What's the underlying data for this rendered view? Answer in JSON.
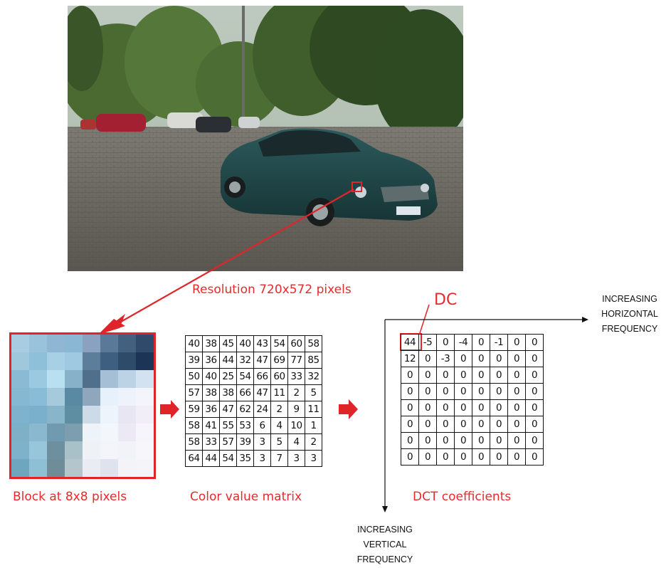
{
  "photo": {
    "description_icon": "car-parking-photo"
  },
  "captions": {
    "resolution": "Resolution 720x572 pixels",
    "block": "Block at 8x8 pixels",
    "matrix": "Color value matrix",
    "dct": "DCT coefficients",
    "dc": "DC"
  },
  "axes": {
    "horizontal": [
      "INCREASING",
      "HORIZONTAL",
      "FREQUENCY"
    ],
    "vertical": [
      "INCREASING",
      "VERTICAL",
      "FREQUENCY"
    ]
  },
  "color_matrix": [
    [
      40,
      38,
      45,
      40,
      43,
      54,
      60,
      58
    ],
    [
      39,
      36,
      44,
      32,
      47,
      69,
      77,
      85
    ],
    [
      50,
      40,
      25,
      54,
      66,
      60,
      33,
      32
    ],
    [
      57,
      38,
      38,
      66,
      47,
      11,
      2,
      5
    ],
    [
      59,
      36,
      47,
      62,
      24,
      2,
      9,
      11
    ],
    [
      58,
      41,
      55,
      53,
      6,
      4,
      10,
      1
    ],
    [
      58,
      33,
      57,
      39,
      3,
      5,
      4,
      2
    ],
    [
      64,
      44,
      54,
      35,
      3,
      7,
      3,
      3
    ]
  ],
  "dct_matrix": [
    [
      44,
      -5,
      0,
      -4,
      0,
      -1,
      0,
      0
    ],
    [
      12,
      0,
      -3,
      0,
      0,
      0,
      0,
      0
    ],
    [
      0,
      0,
      0,
      0,
      0,
      0,
      0,
      0
    ],
    [
      0,
      0,
      0,
      0,
      0,
      0,
      0,
      0
    ],
    [
      0,
      0,
      0,
      0,
      0,
      0,
      0,
      0
    ],
    [
      0,
      0,
      0,
      0,
      0,
      0,
      0,
      0
    ],
    [
      0,
      0,
      0,
      0,
      0,
      0,
      0,
      0
    ],
    [
      0,
      0,
      0,
      0,
      0,
      0,
      0,
      0
    ]
  ],
  "block_pixels": [
    [
      "#a9cde0",
      "#98c3db",
      "#8fb6d3",
      "#8ab7d4",
      "#8aa1bf",
      "#5a7898",
      "#44607f",
      "#304a6c"
    ],
    [
      "#9fc8dd",
      "#8fc0da",
      "#a7cfe6",
      "#9fc9e0",
      "#5c7e9b",
      "#3f5f80",
      "#2e4b6a",
      "#1c3456"
    ],
    [
      "#8bbbd4",
      "#9bc9e0",
      "#b9e0f0",
      "#86b1c8",
      "#4f6f8b",
      "#a5bfd6",
      "#bcd3e6",
      "#d3e2f1"
    ],
    [
      "#86b8d2",
      "#89bcd6",
      "#a4cadc",
      "#5a8aa3",
      "#8fa7bd",
      "#e6f1fb",
      "#eef3fb",
      "#f3f5fb"
    ],
    [
      "#7fb2cc",
      "#7ab0cb",
      "#88b5c9",
      "#5e8ea2",
      "#cddbe6",
      "#eef4fb",
      "#e9e6f4",
      "#f1eef8"
    ],
    [
      "#7eb0c8",
      "#8ab9cf",
      "#6f9aaf",
      "#7d9eae",
      "#eef3f9",
      "#f3f6fb",
      "#ece9f4",
      "#f6f5fb"
    ],
    [
      "#7eb2ca",
      "#97c6da",
      "#6d8f9e",
      "#a8c0c8",
      "#eef2f7",
      "#f4f5fa",
      "#f2f3f8",
      "#f7f7fb"
    ],
    [
      "#6ea6c0",
      "#8fbfd4",
      "#6f8c99",
      "#b5c5cc",
      "#e9edf3",
      "#dfe3ee",
      "#f3f3f8",
      "#f4f4f9"
    ]
  ]
}
